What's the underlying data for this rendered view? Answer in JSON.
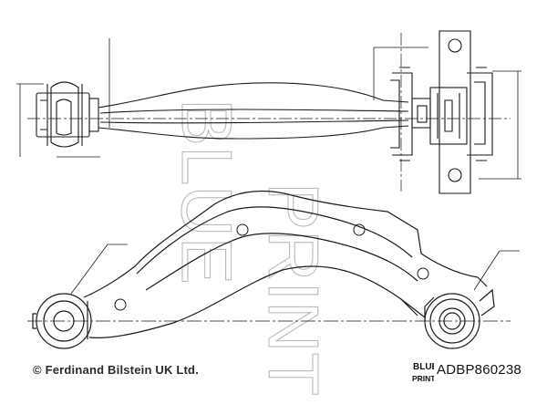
{
  "drawing": {
    "line_color": "#1a1a1a",
    "watermark_color": "#b8b8b8",
    "background": "#ffffff"
  },
  "watermark": {
    "brand_line1": "BLUE",
    "brand_line2": "PRINT"
  },
  "footer": {
    "copyright": "© Ferdinand Bilstein UK Ltd.",
    "logo_line1": "BLUE",
    "logo_line2": "PRINT",
    "part_number": "ADBP860238"
  }
}
